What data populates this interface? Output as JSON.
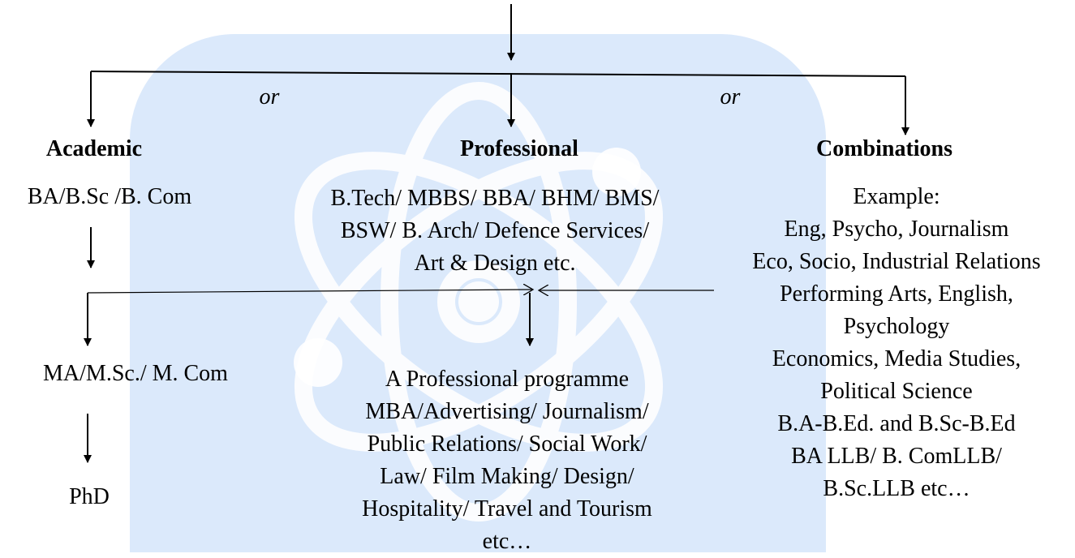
{
  "connectors": {
    "or_left": "or",
    "or_right": "or"
  },
  "headings": {
    "academic": "Academic",
    "professional": "Professional",
    "combinations": "Combinations"
  },
  "academic": {
    "ug": "BA/B.Sc /B. Com",
    "pg": "MA/M.Sc./ M. Com",
    "doctorate": "PhD"
  },
  "professional": {
    "ug_lines": [
      "B.Tech/ MBBS/ BBA/ BHM/ BMS/",
      "BSW/ B. Arch/ Defence Services/",
      "Art & Design etc."
    ],
    "pg_lines": [
      "A Professional programme",
      "MBA/Advertising/ Journalism/",
      "Public Relations/ Social Work/",
      "Law/ Film Making/ Design/",
      "Hospitality/ Travel and Tourism",
      "etc…"
    ]
  },
  "combinations": {
    "lines": [
      "Example:",
      "Eng, Psycho, Journalism",
      "Eco, Socio, Industrial Relations",
      "Performing Arts, English,",
      "Psychology",
      "Economics, Media Studies,",
      "Political Science",
      "B.A-B.Ed. and B.Sc-B.Ed",
      "BA LLB/ B. ComLLB/",
      "B.Sc.LLB etc…"
    ]
  },
  "colors": {
    "watermark_bg": "#dbe9fb",
    "watermark_fg": "#ffffff",
    "ink": "#000000"
  }
}
